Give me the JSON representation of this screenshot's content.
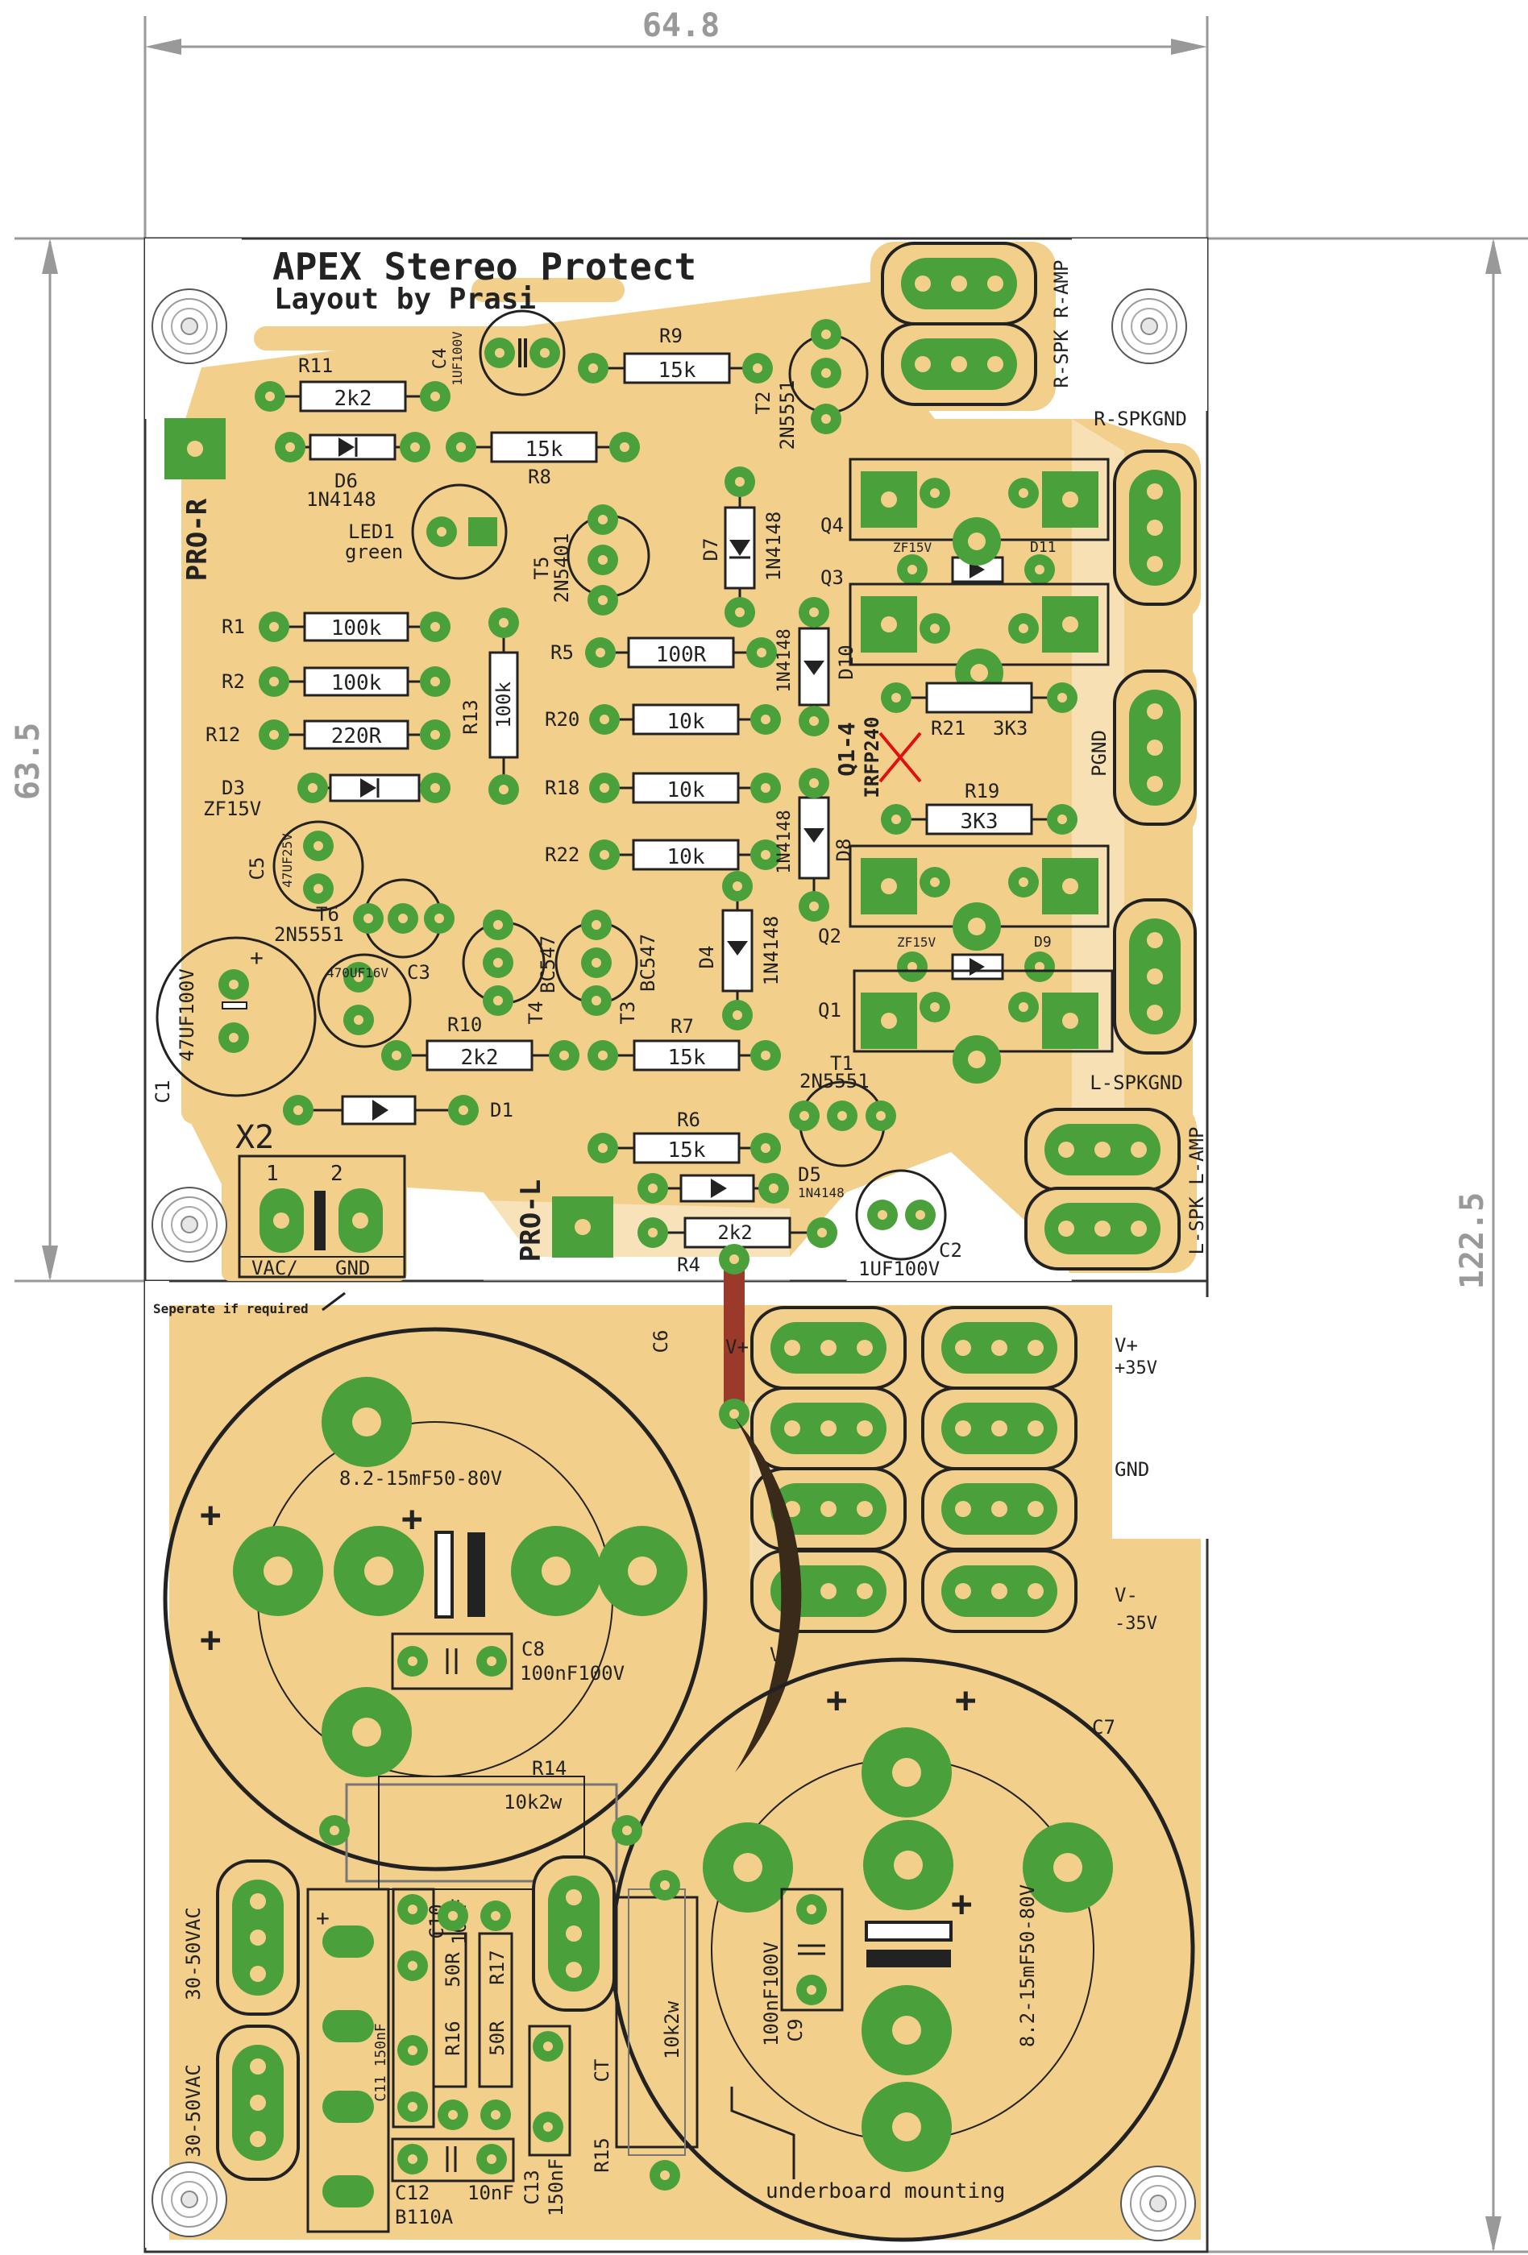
{
  "title": "APEX Stereo Protect",
  "subtitle": "Layout by Prasi",
  "colors": {
    "board": "#f3cf8c",
    "pad": "#4aa03a",
    "ink": "#1f1f1f",
    "dim": "#999999",
    "jumper": "#9b3a2a",
    "mark": "#e01010"
  },
  "dimensions": {
    "width": "64.8",
    "height_top": "63.5",
    "height_total": "122.5"
  },
  "labels": {
    "R11": "R11",
    "R11v": "2k2",
    "R9": "R9",
    "R9v": "15k",
    "R8": "R8",
    "R8v": "15k",
    "D6": "D6",
    "D6v": "1N4148",
    "C4": "C4",
    "C4v": "1UF100V",
    "T2": "T2",
    "T2v": "2N5551",
    "PROR": "PRO-R",
    "LED1": "LED1",
    "LED1v": "green",
    "T5": "T5",
    "T5v": "2N5401",
    "D7": "D7",
    "D7v": "1N4148",
    "Q4": "Q4",
    "Q3": "Q3",
    "Q2": "Q2",
    "Q1": "Q1",
    "ZF15V": "ZF15V",
    "D11": "D11",
    "D9": "D9",
    "RSPKGND": "R-SPKGND",
    "RAMP": "R-SPK R-AMP",
    "R1": "R1",
    "R1v": "100k",
    "R2": "R2",
    "R2v": "100k",
    "R12": "R12",
    "R12v": "220R",
    "R13": "R13",
    "R13v": "100k",
    "R5": "R5",
    "R5v": "100R",
    "D10": "D10",
    "D10v": "1N4148",
    "R21": "R21",
    "R21v": "3K3",
    "R20": "R20",
    "R20v": "10k",
    "R18": "R18",
    "R18v": "10k",
    "R22": "R22",
    "R22v": "10k",
    "Q14": "Q1-4",
    "IRFP240": "IRFP240",
    "R19": "R19",
    "R19v": "3K3",
    "PGND": "PGND",
    "D3": "D3",
    "D3v": "ZF15V",
    "C5": "C5",
    "C5v": "47UF25V",
    "T6": "T6",
    "T6v": "2N5551",
    "D8": "D8",
    "D8v": "1N4148",
    "T4": "T4",
    "T4v": "BC547",
    "T3": "T3",
    "T3v": "BC547",
    "D4": "D4",
    "D4v": "1N4148",
    "C1": "C1",
    "C1v": "47UF100V",
    "C3": "C3",
    "C3v": "470UF16V",
    "R10": "R10",
    "R10v": "2k2",
    "R7": "R7",
    "R7v": "15k",
    "T1": "T1",
    "T1v": "2N5551",
    "LSPKGND": "L-SPKGND",
    "D1": "D1",
    "R6": "R6",
    "R6v": "15k",
    "D5": "D5",
    "D5v": "1N4148",
    "LAMP": "L-SPK L-AMP",
    "X2": "X2",
    "X2n1": "1",
    "X2n2": "2",
    "VAC": "VAC/",
    "GND": "GND",
    "PROL": "PRO-L",
    "R4": "R4",
    "R4v": "2k2",
    "C2": "C2",
    "C2v": "1UF100V",
    "separate": "Seperate if required",
    "C6": "C6",
    "C6v": "8.2-15mF50-80V",
    "Vplus": "V+",
    "Vp35a": "V+",
    "Vp35b": "+35V",
    "GNDr": "GND",
    "Vm35a": "V-",
    "Vm35b": "-35V",
    "Vminus": "V-",
    "C8": "C8",
    "C8v": "100nF100V",
    "C7": "C7",
    "C7v": "8.2-15mF50-80V",
    "R14": "R14",
    "R14v": "10k2w",
    "AC1": "30-50VAC",
    "AC2": "30-50VAC",
    "C10": "C10",
    "C10v": "10nF",
    "C11": "C11 150nF",
    "R16": "R16",
    "R16v": "50R",
    "R17": "R17",
    "R17v": "50R",
    "CT": "CT",
    "R15": "R15",
    "R15v": "10k2w",
    "C9": "C9",
    "C9v": "100nF100V",
    "C12": "C12",
    "C12v": "10nF",
    "C13": "C13",
    "C13v": "150nF",
    "B110A": "B110A",
    "under": "underboard mounting",
    "plus": "+"
  }
}
